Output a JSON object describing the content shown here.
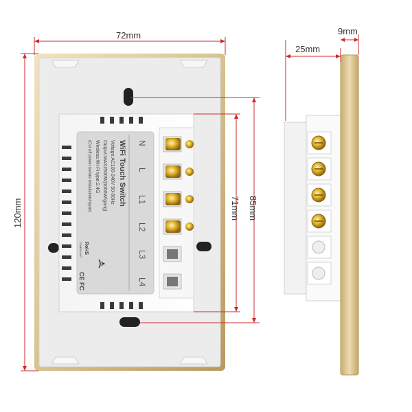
{
  "dimensions": {
    "front_width": "72mm",
    "front_height": "120mm",
    "module_height_inner": "71mm",
    "module_height_outer": "85mm",
    "side_depth": "25mm",
    "side_plate": "9mm"
  },
  "label": {
    "title": "WiFi Touch Switch",
    "line1": "Voltage:AC100-240V 50-60Hz",
    "line2": "Output:MAX2500W|1000W/gang|",
    "line3": "Wireless:Wi-Fi type:2.4G",
    "line4": "(Cut off power before installation/repair)",
    "rohs": "RoHS",
    "rohs_sub": "COMPLIANT",
    "marks": "CE FC"
  },
  "terminals": [
    "N",
    "L",
    "L1",
    "L2",
    "L3",
    "L4"
  ],
  "colors": {
    "gold_frame": "#d9c28f",
    "gold_dark": "#b89a5e",
    "plate_gray": "#e9e9e9",
    "dim_line": "#cc2b2b",
    "screw": "#d4a017"
  }
}
